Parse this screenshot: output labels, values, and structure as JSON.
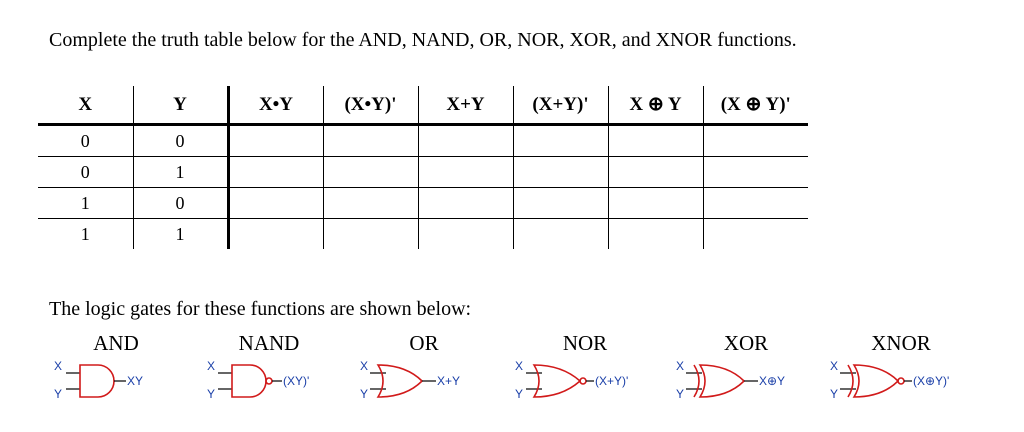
{
  "instruction": "Complete the truth table below for the AND, NAND, OR, NOR, XOR, and XNOR functions.",
  "table": {
    "headers": [
      "X",
      "Y",
      "X•Y",
      "(X•Y)'",
      "X+Y",
      "(X+Y)'",
      "X ⊕ Y",
      "(X ⊕ Y)'"
    ],
    "rows": [
      {
        "x": "0",
        "y": "0"
      },
      {
        "x": "0",
        "y": "1"
      },
      {
        "x": "1",
        "y": "0"
      },
      {
        "x": "1",
        "y": "1"
      }
    ]
  },
  "gates_intro": "The logic gates for these functions are shown below:",
  "gates": [
    {
      "title": "AND",
      "in_x": "X",
      "in_y": "Y",
      "output": "XY"
    },
    {
      "title": "NAND",
      "in_x": "X",
      "in_y": "Y",
      "output": "(XY)'"
    },
    {
      "title": "OR",
      "in_x": "X",
      "in_y": "Y",
      "output": "X+Y"
    },
    {
      "title": "NOR",
      "in_x": "X",
      "in_y": "Y",
      "output": "(X+Y)'"
    },
    {
      "title": "XOR",
      "in_x": "X",
      "in_y": "Y",
      "output": "X⊕Y"
    },
    {
      "title": "XNOR",
      "in_x": "X",
      "in_y": "Y",
      "output": "(X⊕Y)'"
    }
  ],
  "colors": {
    "gate_outline": "#d11a1a",
    "gate_labels": "#1a3fa8"
  }
}
